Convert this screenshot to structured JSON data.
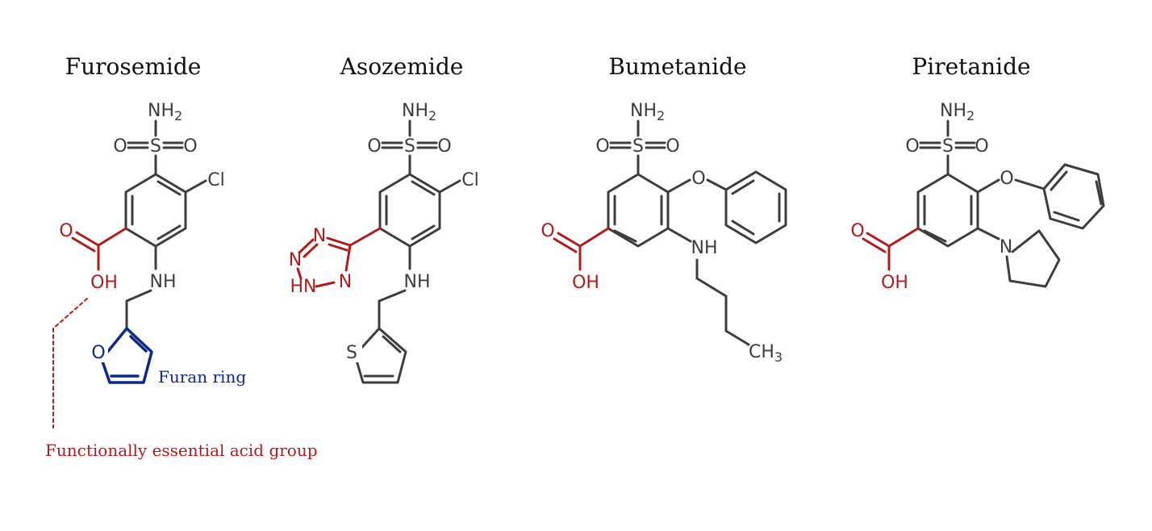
{
  "molecules": [
    {
      "name": "Furosemide"
    },
    {
      "name": "Asozemide"
    },
    {
      "name": "Bumetanide"
    },
    {
      "name": "Piretanide"
    }
  ],
  "atoms": {
    "nh2": "NH",
    "nh2_sub": "2",
    "o": "O",
    "s": "S",
    "cl": "Cl",
    "oh": "OH",
    "nh": "NH",
    "n": "N",
    "hn": "HN",
    "ch3": "CH",
    "ch3_sub": "3"
  },
  "annotations": {
    "furan": "Furan ring",
    "acid": "Functionally essential acid group"
  },
  "colors": {
    "bond": "#3d3d3d",
    "acid_group": "#b31b1b",
    "furan": "#0d2a8a"
  }
}
